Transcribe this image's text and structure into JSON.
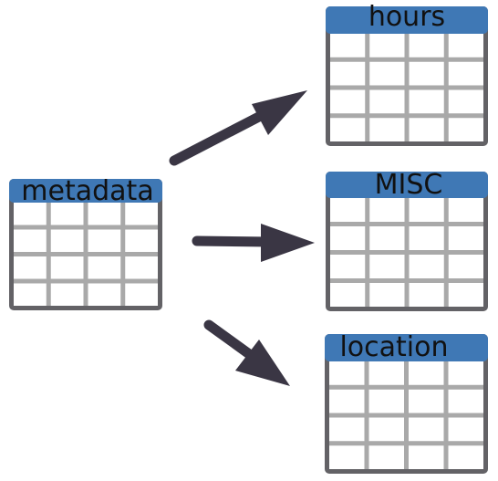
{
  "colors": {
    "header": "#3f78b5",
    "frame": "#636266",
    "grid": "#a9a9a9",
    "cell": "#ffffff",
    "arrow": "#3a3644",
    "text": "#111111"
  },
  "tables": {
    "source": {
      "label": "metadata"
    },
    "targets": [
      {
        "label": "hours"
      },
      {
        "label": "MISC"
      },
      {
        "label": "location"
      }
    ]
  },
  "arrows": [
    {
      "from": "metadata",
      "to": "hours",
      "icon": "arrow-right-up-icon"
    },
    {
      "from": "metadata",
      "to": "MISC",
      "icon": "arrow-right-icon"
    },
    {
      "from": "metadata",
      "to": "location",
      "icon": "arrow-right-down-icon"
    }
  ]
}
